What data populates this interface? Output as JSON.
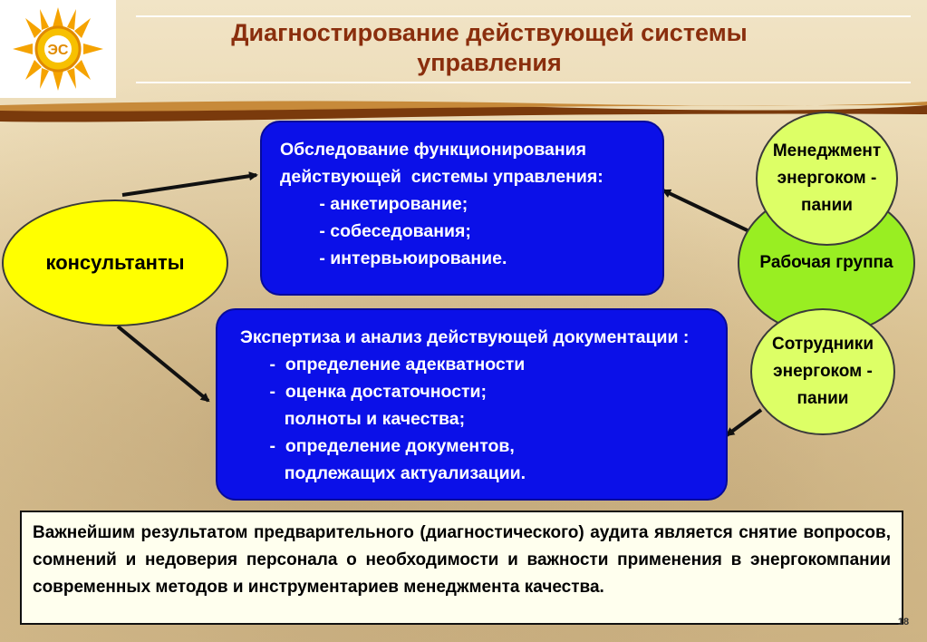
{
  "header": {
    "title_line1": "Диагностирование действующей системы",
    "title_line2": "управления",
    "logo_icon": "sun-logo-icon",
    "logo_text": "ЭС"
  },
  "colors": {
    "title": "#8a2e0d",
    "blue_box": "#0b10e8",
    "consultants": "#ffff00",
    "work_group": "#99ee22",
    "light_green": "#ddff66"
  },
  "diagram": {
    "consultants": "консультанты",
    "survey_box": {
      "lines": [
        "Обследование функционирования",
        "действующей  системы управления:",
        "        - анкетирование;",
        "        - собеседования;",
        "        - интервьюирование."
      ]
    },
    "expertise_box": {
      "lines": [
        "Экспертиза и анализ действующей документации :",
        "      -  определение адекватности",
        "      -  оценка достаточности;",
        "         полноты и качества;",
        "      -  определение документов,",
        "         подлежащих актуализации."
      ]
    },
    "management": {
      "lines": [
        "Менеджмент",
        "энергоком -",
        "пании"
      ]
    },
    "work_group": "Рабочая группа",
    "staff": {
      "lines": [
        "Сотрудники",
        "энергоком -",
        "пании"
      ]
    }
  },
  "result_text": "Важнейшим результатом предварительного (диагностического) аудита является  снятие вопросов, сомнений и недоверия персонала о необходимости и важности применения в энергокомпании современных методов и инструментариев менеджмента качества.",
  "page_number": "18"
}
